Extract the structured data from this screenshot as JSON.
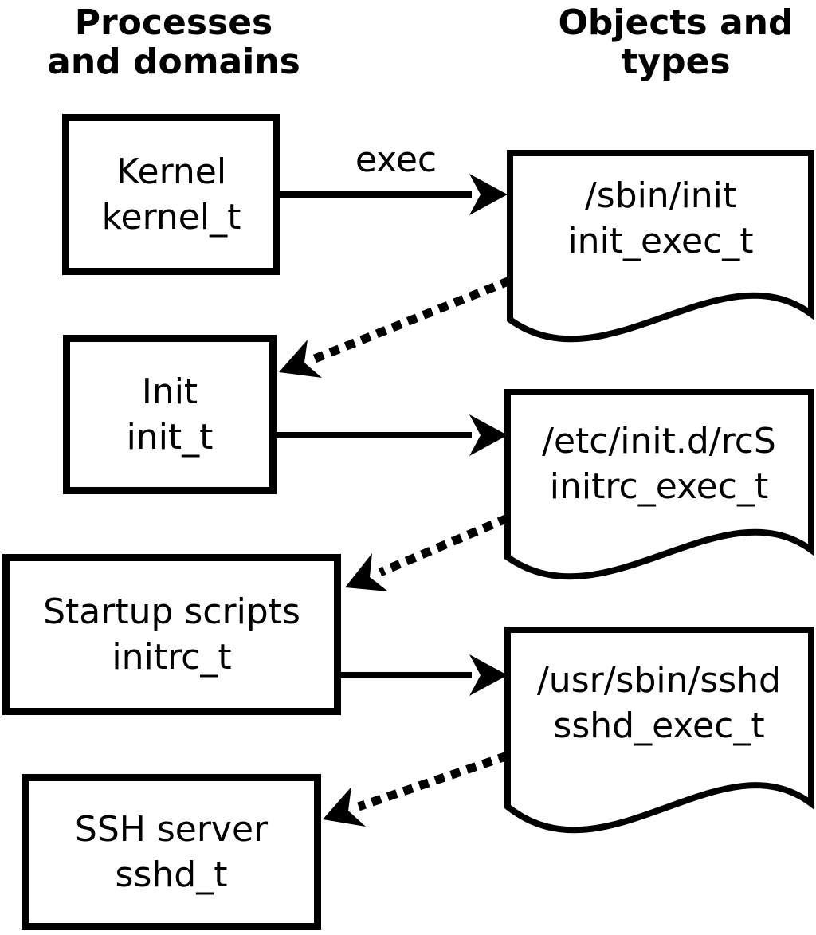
{
  "columns": {
    "left_header_line1": "Processes",
    "left_header_line2": "and domains",
    "right_header_line1": "Objects and",
    "right_header_line2": "types"
  },
  "processes": [
    {
      "label": "Kernel",
      "domain": "kernel_t"
    },
    {
      "label": "Init",
      "domain": "init_t"
    },
    {
      "label": "Startup scripts",
      "domain": "initrc_t"
    },
    {
      "label": "SSH server",
      "domain": "sshd_t"
    }
  ],
  "objects": [
    {
      "path": "/sbin/init",
      "type": "init_exec_t"
    },
    {
      "path": "/etc/init.d/rcS",
      "type": "initrc_exec_t"
    },
    {
      "path": "/usr/sbin/sshd",
      "type": "sshd_exec_t"
    }
  ],
  "edges": {
    "exec_label": "exec"
  },
  "colors": {
    "foreground": "#000000",
    "background": "#ffffff"
  }
}
